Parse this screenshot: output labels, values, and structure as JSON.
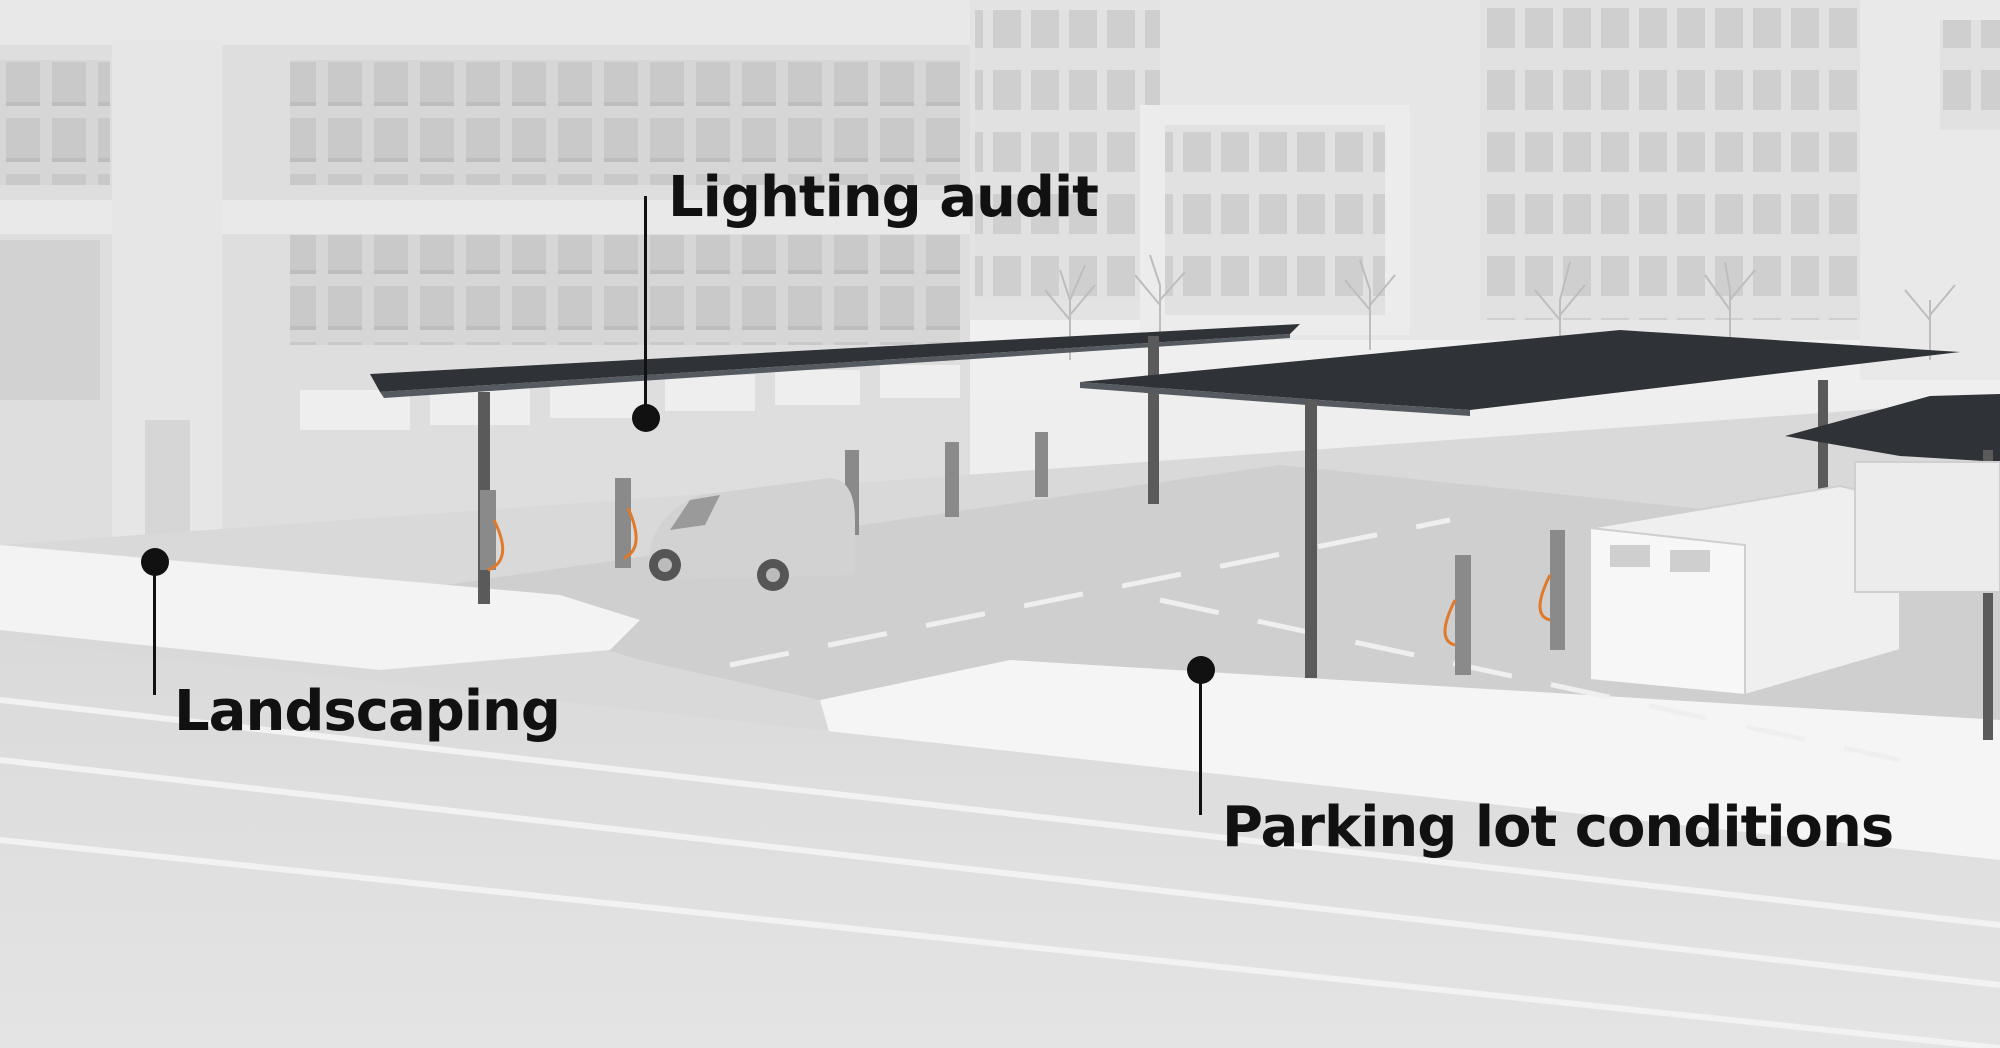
{
  "callouts": {
    "lighting": {
      "label": "Lighting audit"
    },
    "landscaping": {
      "label": "Landscaping"
    },
    "parking": {
      "label": "Parking lot conditions"
    }
  },
  "colors": {
    "ink": "#111111",
    "solar_panel": "#2f3236",
    "building": "#dcdcdc",
    "pavement": "#d7d7d7",
    "sidewalk": "#f2f2f2",
    "charger_cable": "#e07a2a"
  }
}
